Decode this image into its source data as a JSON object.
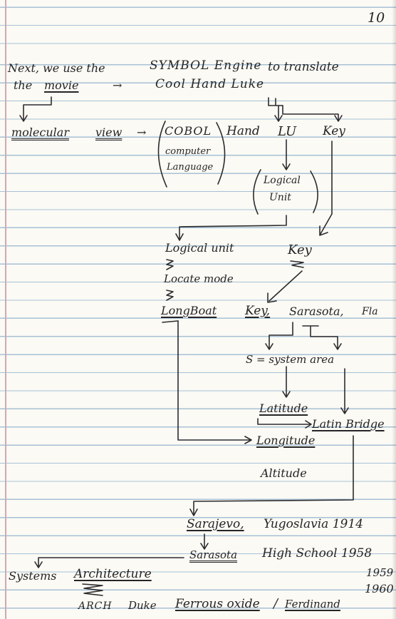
{
  "page_number": "10",
  "line1": {
    "intro": "Next, we use the",
    "engine": "SYMBOL Engine",
    "tail": "to translate"
  },
  "line2": {
    "the": "the",
    "movie": "movie",
    "arrow": "→",
    "title": "Cool Hand Luke"
  },
  "row3": {
    "molecular": "molecular",
    "view": "view",
    "arrow": "→",
    "cobol": "COBOL",
    "computer": "computer",
    "language": "Language",
    "hand": "Hand",
    "lu": "LU",
    "key": "Key"
  },
  "logical_unit_box": {
    "line1": "Logical",
    "line2": "Unit"
  },
  "logical_unit_key": {
    "logical_unit": "Logical unit",
    "key": "Key"
  },
  "locate_mode": "Locate mode",
  "longboat": {
    "longboat": "LongBoat",
    "key": "Key,",
    "sarasota": "Sarasota,",
    "fla": "Fla"
  },
  "system_area": "S = system area",
  "latitude": "Latitude",
  "latin_bridge": "Latin Bridge",
  "longitude": "Longitude",
  "altitude": "Altitude",
  "sarajevo": {
    "city": "Sarajevo,",
    "rest": "Yugoslavia 1914"
  },
  "sarasota_hs": {
    "city": "Sarasota",
    "rest": "High School 1958"
  },
  "years": {
    "y1959": "1959",
    "y1960": "1960"
  },
  "systems": {
    "systems": "Systems",
    "architecture": "Architecture"
  },
  "bottom": {
    "arch": "ARCH",
    "duke": "Duke",
    "ferrous": "Ferrous oxide",
    "slash": "/",
    "ferdinand": "Ferdinand"
  }
}
